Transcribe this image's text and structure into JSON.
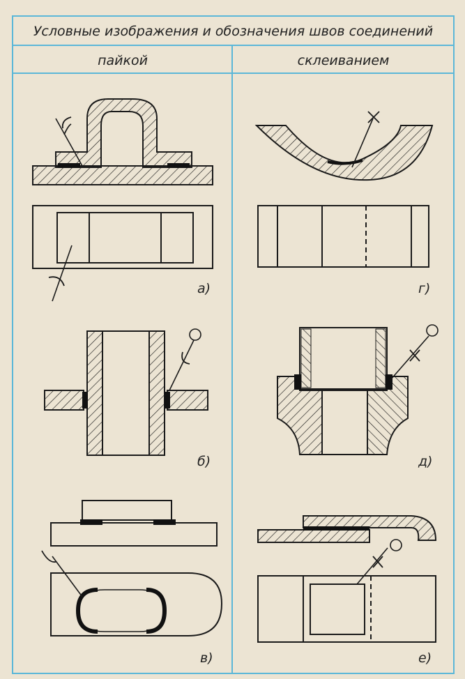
{
  "title": "Условные изображения и обозначения швов соединений",
  "columns": {
    "left": "пайкой",
    "right": "склеиванием"
  },
  "figures": {
    "a": "а)",
    "b": "б)",
    "v": "в)",
    "g": "г)",
    "d": "д)",
    "e": "е)"
  },
  "colors": {
    "frame": "#5bb7d8",
    "ink": "#1a1a1a",
    "paper": "#ece4d3"
  }
}
